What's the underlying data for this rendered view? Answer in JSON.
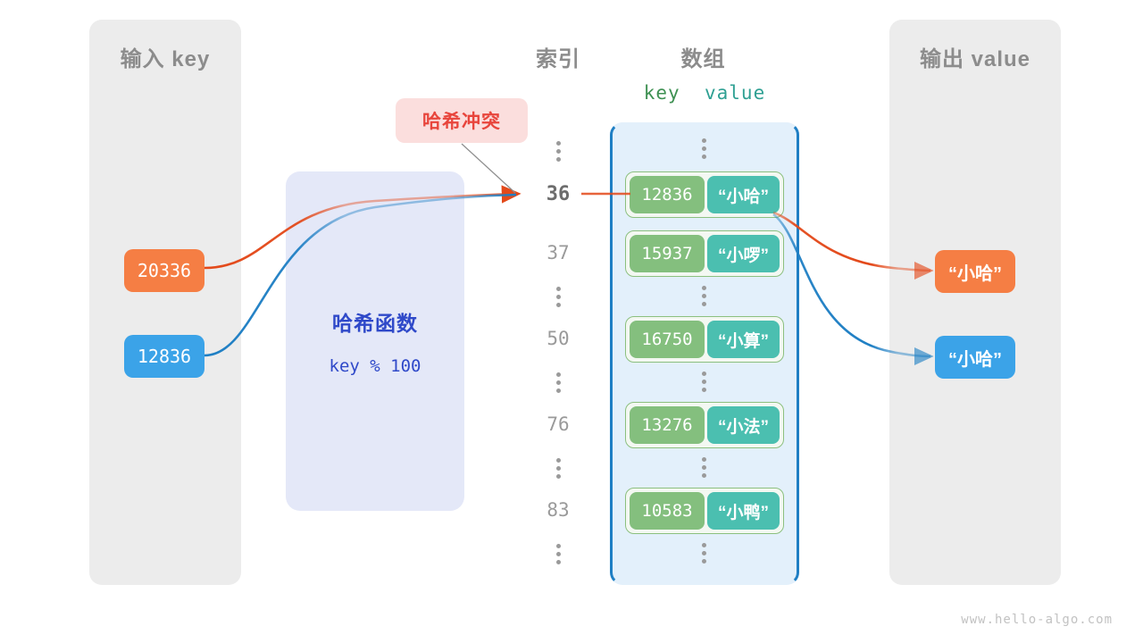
{
  "footer": {
    "text": "www.hello-algo.com"
  },
  "input_panel": {
    "title": "输入 key"
  },
  "output_panel": {
    "title": "输出 value"
  },
  "headings": {
    "index": "索引",
    "array": "数组",
    "key": "key",
    "value": "value"
  },
  "hash_function": {
    "title": "哈希函数",
    "expression": "key % 100"
  },
  "collision": {
    "label": "哈希冲突"
  },
  "inputs": [
    {
      "value": "20336",
      "color": "#f57e44"
    },
    {
      "value": "12836",
      "color": "#3ba3e8"
    }
  ],
  "outputs": [
    {
      "value": "“小哈”",
      "color": "#f57e44"
    },
    {
      "value": "“小哈”",
      "color": "#3ba3e8"
    }
  ],
  "buckets": [
    {
      "index": "36",
      "key": "12836",
      "value": "“小哈”",
      "active": true
    },
    {
      "index": "37",
      "key": "15937",
      "value": "“小啰”",
      "active": false
    },
    {
      "index": "50",
      "key": "16750",
      "value": "“小算”",
      "active": false
    },
    {
      "index": "76",
      "key": "13276",
      "value": "“小法”",
      "active": false
    },
    {
      "index": "83",
      "key": "10583",
      "value": "“小鸭”",
      "active": false
    }
  ],
  "colors": {
    "panel_bg": "#ececec",
    "array_bg": "#e3f0fb",
    "array_border": "#1f7fc4",
    "key_cell": "#84bf7e",
    "value_cell": "#4bbfb0",
    "hash_box_bg": "#e4e8f8",
    "hash_text": "#2f49c9",
    "collision_bg": "#fbdedd",
    "collision_text": "#e8453c",
    "orange_wire": "#e3491a",
    "blue_wire": "#1f7fc4",
    "label_gray": "#8c8c8c"
  }
}
